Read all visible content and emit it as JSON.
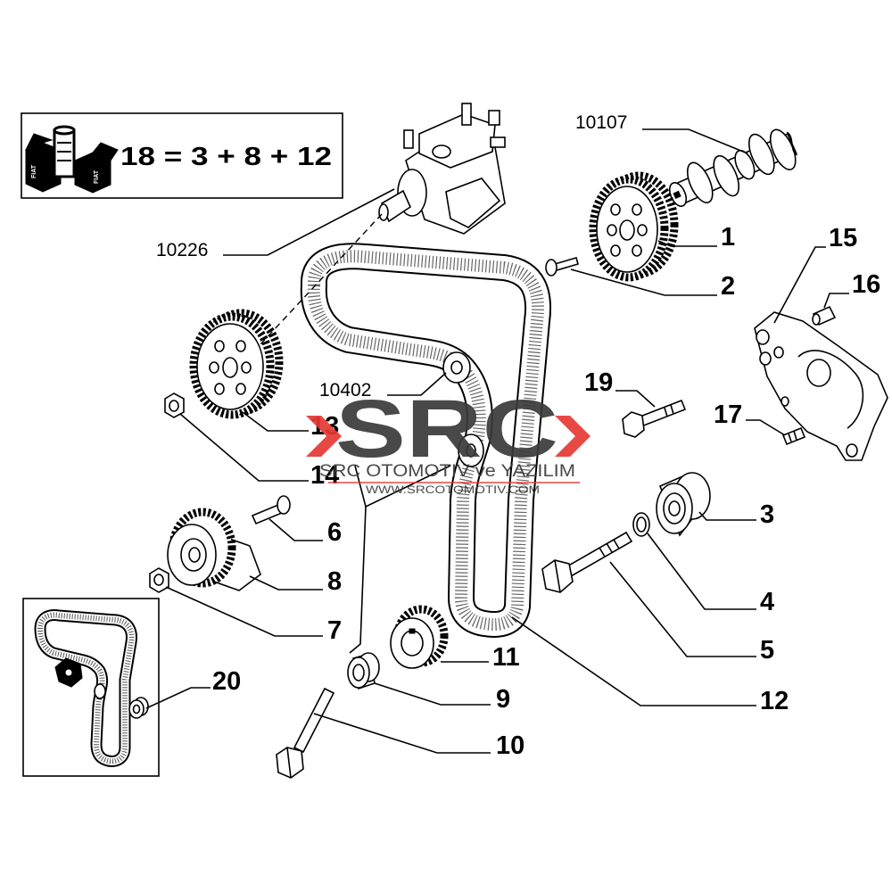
{
  "diagram": {
    "kit_formula": "18 = 3 + 8 + 12",
    "kit_icon_lettering": "FIAT",
    "reference_numbers": {
      "camshaft": "10107",
      "injection_pump": "10226",
      "belt_idler": "10402"
    },
    "part_numbers": {
      "1": "1",
      "2": "2",
      "3": "3",
      "4": "4",
      "5": "5",
      "6": "6",
      "7": "7",
      "8": "8",
      "9": "9",
      "10": "10",
      "11": "11",
      "12": "12",
      "13": "13",
      "14": "14",
      "15": "15",
      "16": "16",
      "17": "17",
      "19": "19",
      "20": "20"
    }
  },
  "watermark": {
    "logo": "SRC",
    "company": "SRC OTOMOTIV ve YAZILIM",
    "url": "WWW.SRCOTOMOTIV.COM"
  },
  "icons": [
    "kit-icon"
  ],
  "colors": {
    "line": "#000000",
    "watermark_red": "#e53935",
    "watermark_gray": "#3a3a3a",
    "background": "#ffffff"
  }
}
